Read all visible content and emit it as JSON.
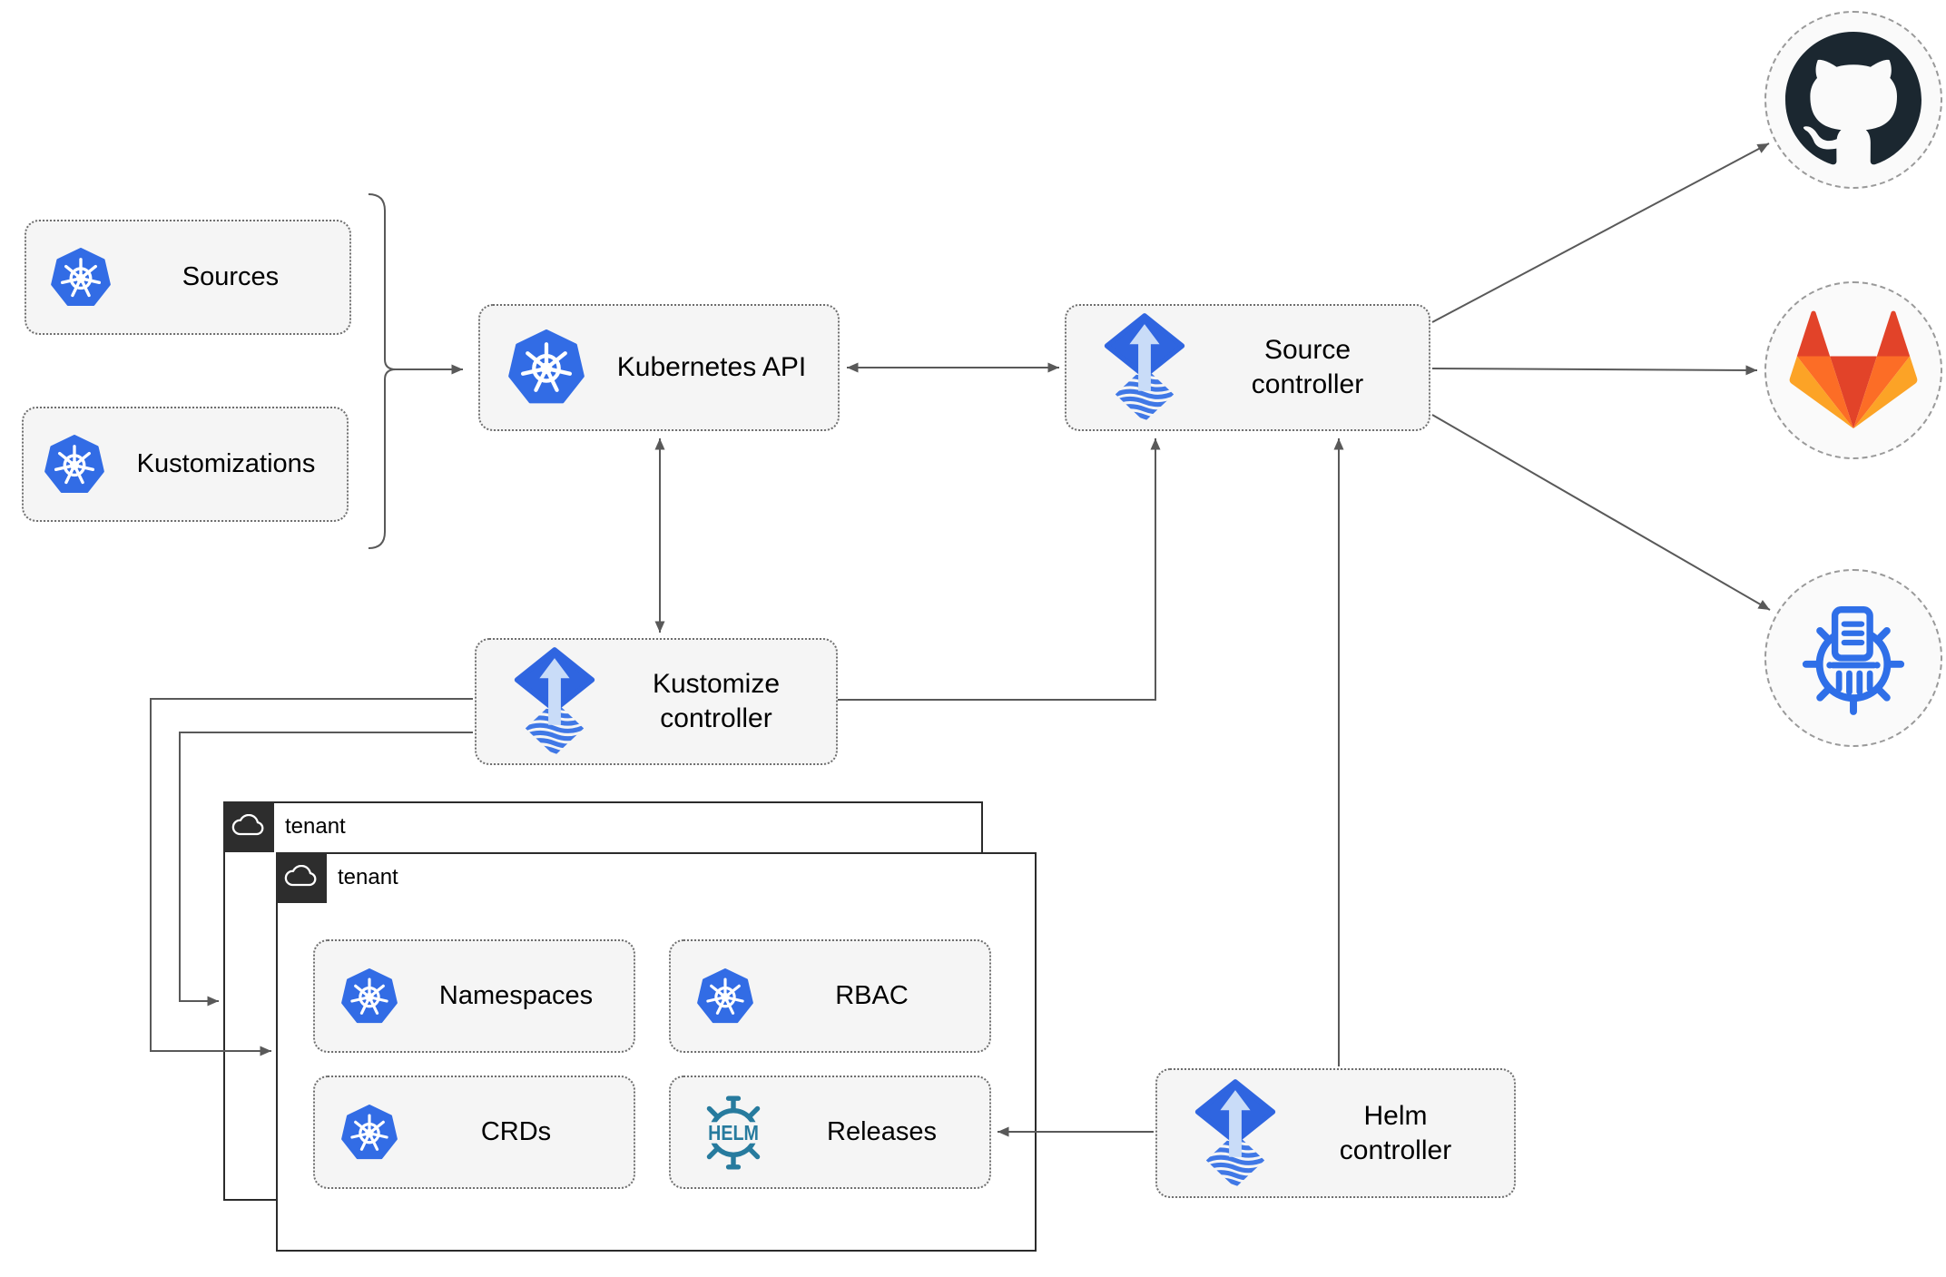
{
  "diagram": {
    "nodes": {
      "sources": {
        "label": "Sources",
        "icon": "kubernetes"
      },
      "kustomizations": {
        "label": "Kustomizations",
        "icon": "kubernetes"
      },
      "kubernetes_api": {
        "label": "Kubernetes API",
        "icon": "kubernetes"
      },
      "source_controller": {
        "label": "Source controller",
        "icon": "flux"
      },
      "kustomize_controller": {
        "label": "Kustomize controller",
        "icon": "flux"
      },
      "helm_controller": {
        "label": "Helm controller",
        "icon": "flux"
      },
      "namespaces": {
        "label": "Namespaces",
        "icon": "kubernetes"
      },
      "rbac": {
        "label": "RBAC",
        "icon": "kubernetes"
      },
      "crds": {
        "label": "CRDs",
        "icon": "kubernetes"
      },
      "releases": {
        "label": "Releases",
        "icon": "helm"
      }
    },
    "helm_icon_text": "HELM",
    "tenants": [
      {
        "label": "tenant"
      },
      {
        "label": "tenant"
      }
    ],
    "externals": [
      {
        "name": "github"
      },
      {
        "name": "gitlab"
      },
      {
        "name": "oci-registry"
      }
    ],
    "edges": [
      {
        "from": "sources-kustomizations-bracket",
        "to": "kubernetes-api",
        "style": "arrow"
      },
      {
        "from": "kubernetes-api",
        "to": "source-controller",
        "style": "double-arrow"
      },
      {
        "from": "kubernetes-api",
        "to": "kustomize-controller",
        "style": "double-arrow"
      },
      {
        "from": "kustomize-controller",
        "to": "source-controller",
        "style": "arrow"
      },
      {
        "from": "kustomize-controller",
        "to": "tenant-outer",
        "style": "arrow"
      },
      {
        "from": "kustomize-controller",
        "to": "tenant-inner",
        "style": "arrow"
      },
      {
        "from": "helm-controller",
        "to": "source-controller",
        "style": "arrow"
      },
      {
        "from": "helm-controller",
        "to": "releases",
        "style": "arrow"
      },
      {
        "from": "source-controller",
        "to": "github",
        "style": "arrow"
      },
      {
        "from": "source-controller",
        "to": "gitlab",
        "style": "arrow"
      },
      {
        "from": "source-controller",
        "to": "oci-registry",
        "style": "arrow"
      }
    ],
    "colors": {
      "kubernetes_blue": "#326ce5",
      "flux_blue": "#2f65e0",
      "flux_arrow_light": "#c9dcf8",
      "helm_teal": "#277b9e",
      "github_dark": "#1b2730",
      "gitlab_red": "#e24329",
      "gitlab_orange": "#fc6d26",
      "gitlab_yellow": "#fca326",
      "registry_blue": "#2f6fe8",
      "connector_gray": "#595959",
      "node_fill": "#f5f5f5",
      "tenant_label_bg": "#2d2d2d"
    }
  }
}
